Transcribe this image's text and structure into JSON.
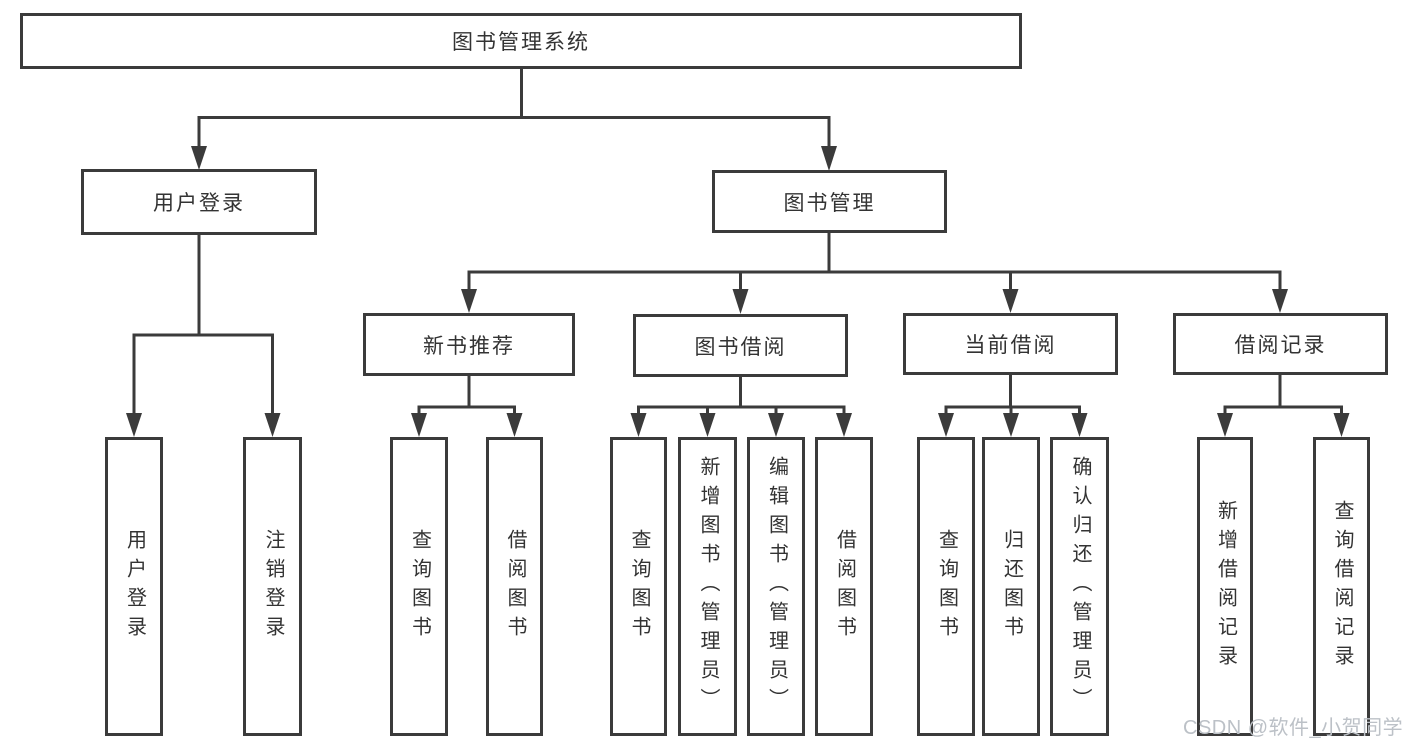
{
  "page": {
    "background": "#ffffff"
  },
  "diagram": {
    "line_color": "#3b3b3b",
    "text_color": "#333333",
    "root": {
      "label": "图书管理系统"
    },
    "level1": [
      {
        "label": "用户登录"
      },
      {
        "label": "图书管理"
      }
    ],
    "level2": [
      {
        "label": "新书推荐",
        "parent": "图书管理"
      },
      {
        "label": "图书借阅",
        "parent": "图书管理"
      },
      {
        "label": "当前借阅",
        "parent": "图书管理"
      },
      {
        "label": "借阅记录",
        "parent": "图书管理"
      }
    ],
    "leaves": [
      {
        "label": "用户登录",
        "parent": "用户登录"
      },
      {
        "label": "注销登录",
        "parent": "用户登录"
      },
      {
        "label": "查询图书",
        "parent": "新书推荐"
      },
      {
        "label": "借阅图书",
        "parent": "新书推荐"
      },
      {
        "label": "查询图书",
        "parent": "图书借阅"
      },
      {
        "label": "新增图书（管理员）",
        "parent": "图书借阅"
      },
      {
        "label": "编辑图书（管理员）",
        "parent": "图书借阅"
      },
      {
        "label": "借阅图书",
        "parent": "图书借阅"
      },
      {
        "label": "查询图书",
        "parent": "当前借阅"
      },
      {
        "label": "归还图书",
        "parent": "当前借阅"
      },
      {
        "label": "确认归还（管理员）",
        "parent": "当前借阅"
      },
      {
        "label": "新增借阅记录",
        "parent": "借阅记录"
      },
      {
        "label": "查询借阅记录",
        "parent": "借阅记录"
      }
    ]
  },
  "watermark": {
    "label": "CSDN @软件_小贺同学",
    "color": "#bcc1c7"
  }
}
